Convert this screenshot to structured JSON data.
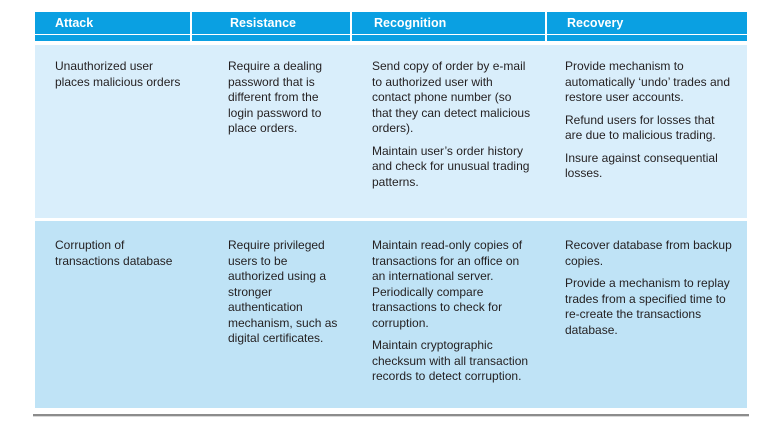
{
  "table": {
    "columns": [
      {
        "label": "Attack"
      },
      {
        "label": "Resistance"
      },
      {
        "label": "Recognition"
      },
      {
        "label": "Recovery"
      }
    ],
    "rows": [
      {
        "attack": [
          "Unauthorized user places malicious orders"
        ],
        "resistance": [
          "Require a dealing password that is different from the login password to place orders."
        ],
        "recognition": [
          "Send copy of order by e-mail to authorized user with contact phone number (so that they can detect malicious orders).",
          "Maintain user’s order history and check for unusual trading patterns."
        ],
        "recovery": [
          "Provide mechanism to automatically ‘undo’ trades and restore user accounts.",
          "Refund users for losses that are due to malicious trading.",
          "Insure against consequential losses."
        ]
      },
      {
        "attack": [
          "Corruption of transactions database"
        ],
        "resistance": [
          "Require privileged users to be authorized using a stronger authentication mechanism, such as digital certificates."
        ],
        "recognition": [
          "Maintain read-only copies of transactions for an office on an international server. Periodically compare transactions to check for corruption.",
          "Maintain cryptographic checksum with all transaction records to detect corruption."
        ],
        "recovery": [
          "Recover database from backup copies.",
          "Provide a mechanism to replay trades from a specified time to re-create the transactions database."
        ]
      }
    ]
  },
  "colors": {
    "header_bg": "#0aa0e2",
    "row1_bg": "#d9eefb",
    "row2_bg": "#bfe3f6",
    "text": "#231f20",
    "header_text": "#ffffff",
    "bottom_rule": "#8c8c8c"
  }
}
